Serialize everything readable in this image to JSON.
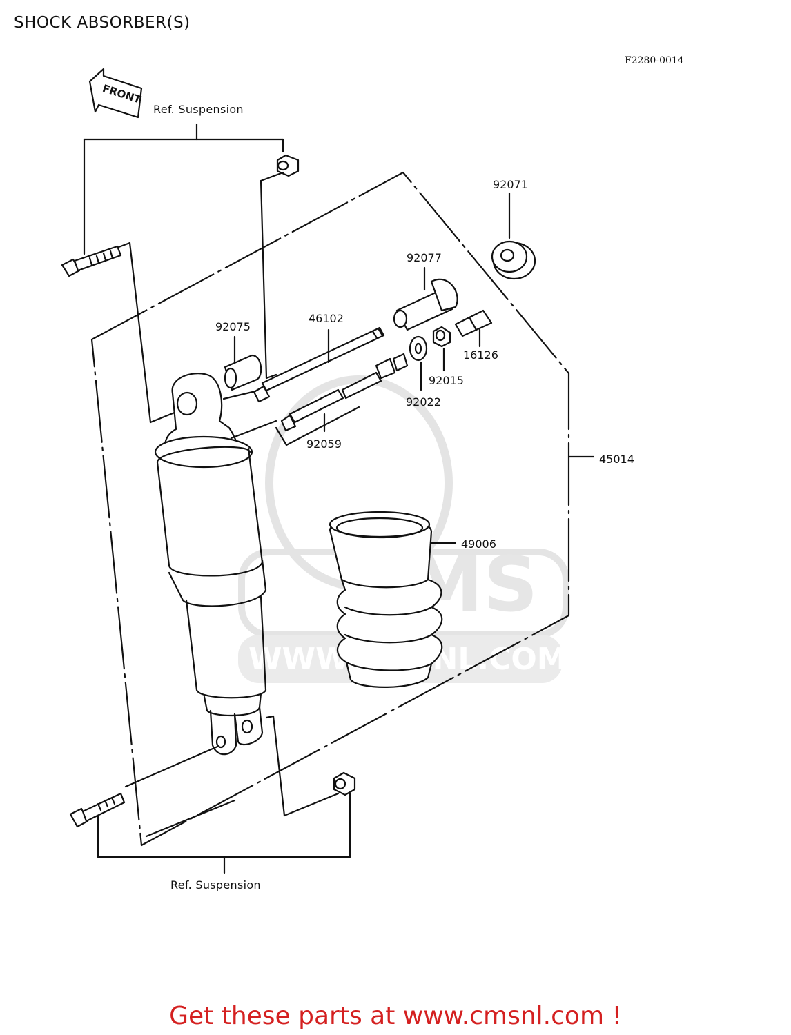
{
  "page": {
    "title": "SHOCK ABSORBER(S)",
    "diagram_code": "F2280-0014"
  },
  "front_arrow": {
    "label": "FRONT"
  },
  "refs": {
    "top": "Ref. Suspension",
    "bottom": "Ref. Suspension"
  },
  "parts": [
    {
      "id": "92071"
    },
    {
      "id": "92077"
    },
    {
      "id": "46102"
    },
    {
      "id": "92075"
    },
    {
      "id": "16126"
    },
    {
      "id": "92015"
    },
    {
      "id": "92022"
    },
    {
      "id": "92059"
    },
    {
      "id": "45014"
    },
    {
      "id": "49006"
    }
  ],
  "watermark": {
    "text": "WWW.CMSNL.COM",
    "logo_text": "CMS"
  },
  "promo": {
    "text": "Get these parts at www.cmsnl.com !"
  },
  "colors": {
    "line": "#111111",
    "promo": "#d42020",
    "watermark": "#e2e2e2"
  }
}
